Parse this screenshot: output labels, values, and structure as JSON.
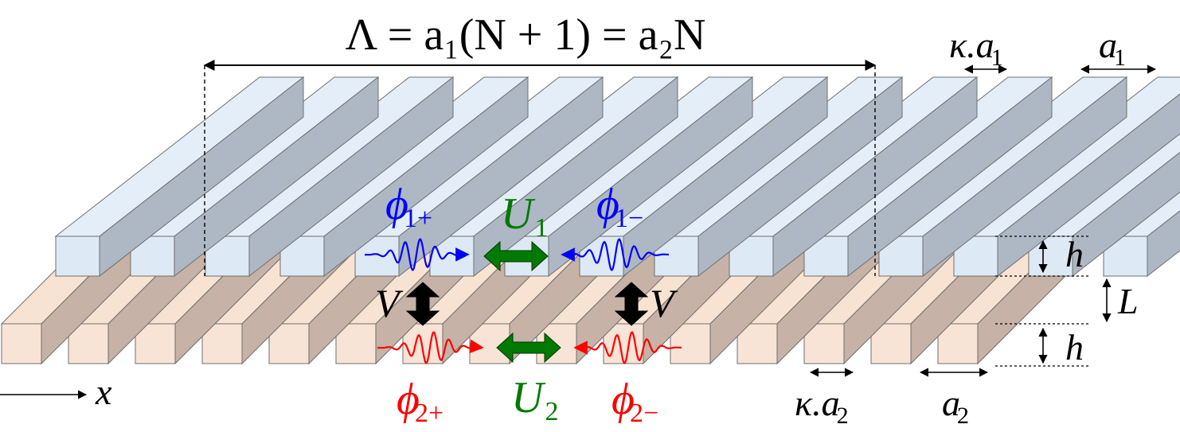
{
  "labels": {
    "formula": "Λ = a₁(N + 1) = a₂N",
    "kappa_a1": {
      "main": "κ.a",
      "sub": "1"
    },
    "a1": {
      "main": "a",
      "sub": "1"
    },
    "kappa_a2": {
      "main": "κ.a",
      "sub": "2"
    },
    "a2": {
      "main": "a",
      "sub": "2"
    },
    "h_top": "h",
    "L": "L",
    "h_bottom": "h",
    "x_axis": "x",
    "phi1p": {
      "main": "ϕ",
      "sub": "1+"
    },
    "phi1m": {
      "main": "ϕ",
      "sub": "1−"
    },
    "phi2p": {
      "main": "ϕ",
      "sub": "2+"
    },
    "phi2m": {
      "main": "ϕ",
      "sub": "2−"
    },
    "U1": {
      "main": "U",
      "sub": "1"
    },
    "U2": {
      "main": "U",
      "sub": "2"
    },
    "V_left": "V",
    "V_right": "V"
  },
  "colors": {
    "top_front": "#dde9f5",
    "top_top": "#e4eef8",
    "top_side": "#adb8c4",
    "bottom_front": "#f8e4d6",
    "bottom_top": "#f8e3d2",
    "bottom_side": "#c6b2a6",
    "wave1": "#0000ff",
    "wave2": "#ff0000",
    "coupling_U": "#007a00",
    "coupling_V": "#000000"
  },
  "grating": {
    "top_bar_count": 15,
    "bottom_bar_count": 15,
    "kappa": 0.6
  }
}
